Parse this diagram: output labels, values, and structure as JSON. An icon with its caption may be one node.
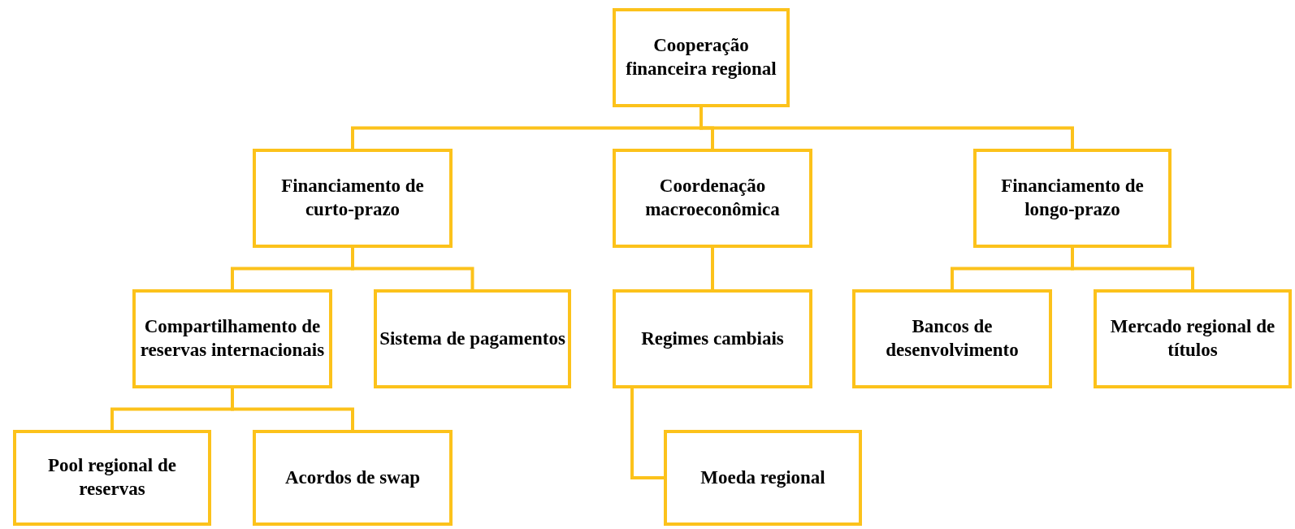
{
  "diagram": {
    "nodes": [
      {
        "text": [
          "Cooperação financeira regional"
        ]
      },
      {
        "text": [
          "Financiamento de curto-prazo"
        ]
      },
      {
        "text": [
          "Coordenação macroeconômica"
        ]
      },
      {
        "text": [
          "Financiamento de longo-prazo"
        ]
      },
      {
        "text": [
          "Compartilhamento de reservas internacionais"
        ]
      },
      {
        "text": [
          "Sistema de pagamentos"
        ]
      },
      {
        "text": [
          "Regimes cambiais"
        ]
      },
      {
        "text": [
          "Bancos de desenvolvimento"
        ]
      },
      {
        "text": [
          "Mercado regional de títulos"
        ]
      },
      {
        "text": [
          "Pool regional de reservas"
        ]
      },
      {
        "text": [
          "Acordos de swap"
        ]
      },
      {
        "text": [
          "Moeda regional"
        ]
      }
    ],
    "edges": [
      {
        "from": 0,
        "to": 1,
        "arrow": "none"
      },
      {
        "from": 0,
        "to": 2,
        "arrow": "none"
      },
      {
        "from": 0,
        "to": 3,
        "arrow": "none"
      },
      {
        "from": 1,
        "to": 4,
        "arrow": "none"
      },
      {
        "from": 1,
        "to": 5,
        "arrow": "none"
      },
      {
        "from": 2,
        "to": 6,
        "arrow": "none"
      },
      {
        "from": 3,
        "to": 7,
        "arrow": "none"
      },
      {
        "from": 3,
        "to": 8,
        "arrow": "none"
      },
      {
        "from": 4,
        "to": 9,
        "arrow": "none"
      },
      {
        "from": 4,
        "to": 10,
        "arrow": "none"
      },
      {
        "from": 6,
        "to": 11,
        "arrow": "none"
      }
    ]
  }
}
